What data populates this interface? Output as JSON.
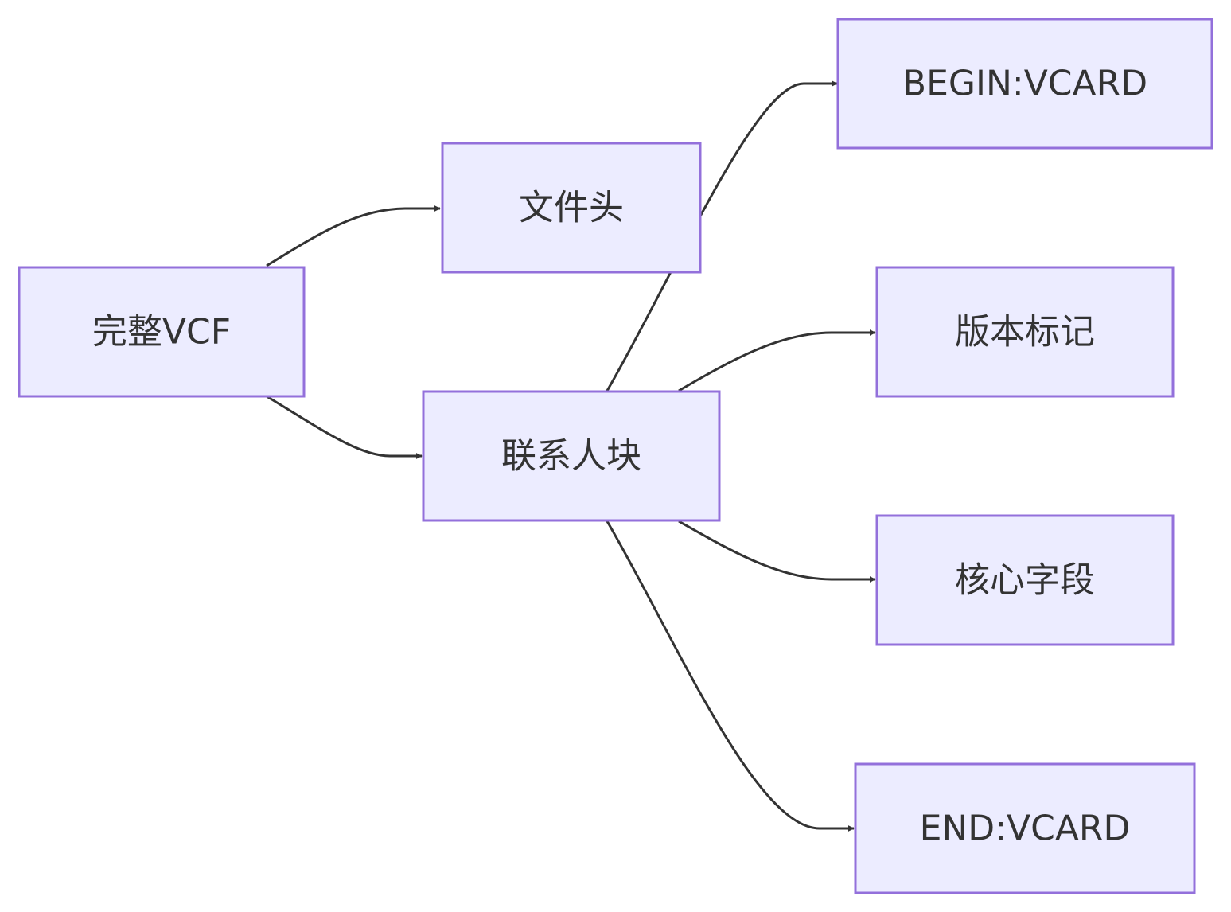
{
  "diagram": {
    "type": "flowchart",
    "direction": "left-to-right",
    "nodes": {
      "root": {
        "label": "完整VCF"
      },
      "header": {
        "label": "文件头"
      },
      "contact": {
        "label": "联系人块"
      },
      "begin": {
        "label": "BEGIN:VCARD"
      },
      "version": {
        "label": "版本标记"
      },
      "core": {
        "label": "核心字段"
      },
      "end": {
        "label": "END:VCARD"
      }
    },
    "edges": [
      {
        "from": "root",
        "to": "header"
      },
      {
        "from": "root",
        "to": "contact"
      },
      {
        "from": "contact",
        "to": "begin"
      },
      {
        "from": "contact",
        "to": "version"
      },
      {
        "from": "contact",
        "to": "core"
      },
      {
        "from": "contact",
        "to": "end"
      }
    ],
    "colors": {
      "node_fill": "#ECECFF",
      "node_stroke": "#9370DB",
      "edge": "#333333",
      "text": "#333333"
    }
  }
}
